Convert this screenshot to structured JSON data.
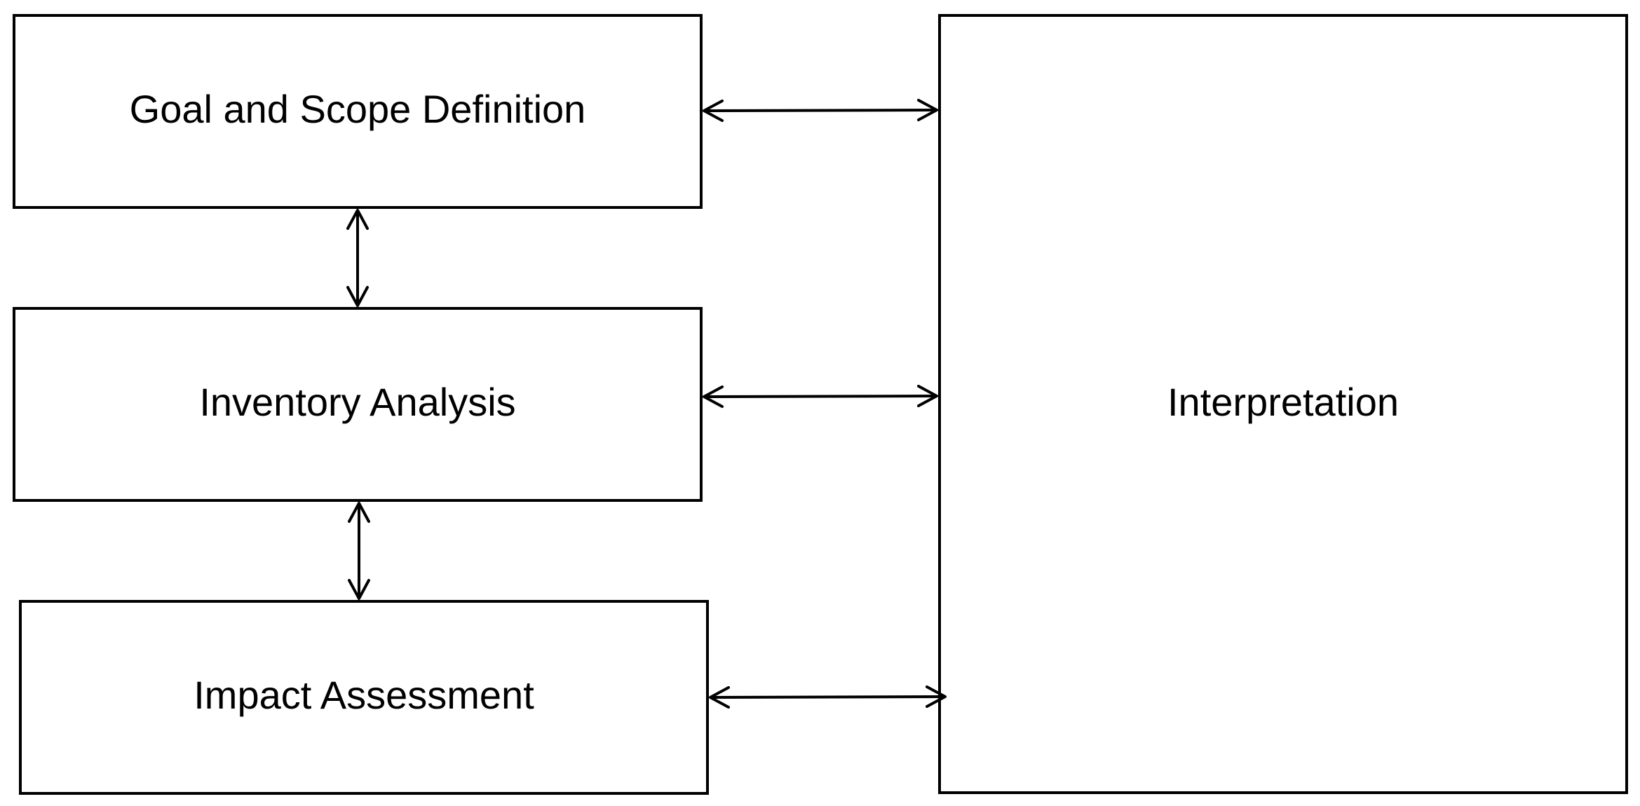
{
  "diagram": {
    "boxes": {
      "goal": {
        "label": "Goal and Scope Definition"
      },
      "inventory": {
        "label": "Inventory Analysis"
      },
      "impact": {
        "label": "Impact Assessment"
      },
      "interpretation": {
        "label": "Interpretation"
      }
    },
    "connectors": [
      {
        "from": "goal",
        "to": "interpretation",
        "direction": "bidirectional"
      },
      {
        "from": "inventory",
        "to": "interpretation",
        "direction": "bidirectional"
      },
      {
        "from": "impact",
        "to": "interpretation",
        "direction": "bidirectional"
      },
      {
        "from": "goal",
        "to": "inventory",
        "direction": "bidirectional"
      },
      {
        "from": "inventory",
        "to": "impact",
        "direction": "bidirectional"
      }
    ],
    "colors": {
      "stroke": "#000000",
      "fill": "#ffffff",
      "text": "#000000"
    }
  }
}
